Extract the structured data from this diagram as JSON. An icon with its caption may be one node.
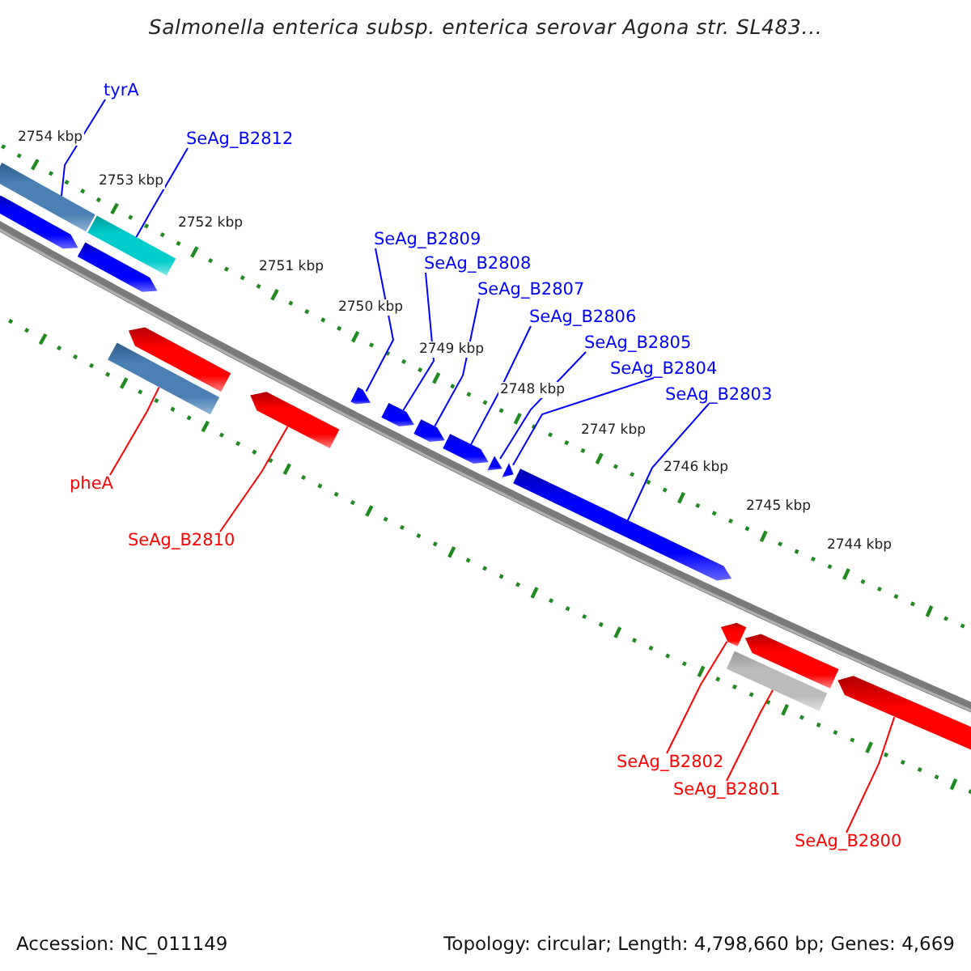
{
  "diagram": {
    "title": "Salmonella enterica subsp. enterica serovar Agona str. SL483...",
    "nodes": [
      {
        "text": [
          "tyrA"
        ]
      },
      {
        "text": [
          "SeAg_B2812"
        ]
      },
      {
        "text": [
          "SeAg_B2809"
        ]
      },
      {
        "text": [
          "SeAg_B2808"
        ]
      },
      {
        "text": [
          "SeAg_B2807"
        ]
      },
      {
        "text": [
          "SeAg_B2806"
        ]
      },
      {
        "text": [
          "SeAg_B2805"
        ]
      },
      {
        "text": [
          "SeAg_B2804"
        ]
      },
      {
        "text": [
          "SeAg_B2803"
        ]
      },
      {
        "text": [
          "pheA"
        ]
      },
      {
        "text": [
          "SeAg_B2810"
        ]
      },
      {
        "text": [
          "SeAg_B2802"
        ]
      },
      {
        "text": [
          "SeAg_B2801"
        ]
      },
      {
        "text": [
          "SeAg_B2800"
        ]
      },
      {
        "text": [],
        "shape": "bar"
      },
      {
        "text": [],
        "shape": "bar"
      },
      {
        "text": [],
        "shape": "arrow"
      },
      {
        "text": [],
        "shape": "arrow"
      },
      {
        "text": [],
        "shape": "arrow"
      },
      {
        "text": [],
        "shape": "arrow"
      },
      {
        "text": [],
        "shape": "arrow"
      },
      {
        "text": [],
        "shape": "arrow"
      },
      {
        "text": [],
        "shape": "arrow"
      },
      {
        "text": [],
        "shape": "arrow"
      },
      {
        "text": [],
        "shape": "arrow"
      },
      {
        "text": [],
        "shape": "arrow"
      },
      {
        "text": [],
        "shape": "arrow"
      },
      {
        "text": [],
        "shape": "arrow"
      },
      {
        "text": [],
        "shape": "arrow"
      },
      {
        "text": [],
        "shape": "arrow"
      },
      {
        "text": [],
        "shape": "bar"
      },
      {
        "text": [],
        "shape": "bar"
      }
    ],
    "edges": [
      {
        "from": 0,
        "to": 14,
        "arrow": "none"
      },
      {
        "from": 1,
        "to": 15,
        "arrow": "none"
      },
      {
        "from": 2,
        "to": 18,
        "arrow": "none"
      },
      {
        "from": 3,
        "to": 19,
        "arrow": "none"
      },
      {
        "from": 4,
        "to": 20,
        "arrow": "none"
      },
      {
        "from": 5,
        "to": 21,
        "arrow": "none"
      },
      {
        "from": 6,
        "to": 22,
        "arrow": "none"
      },
      {
        "from": 7,
        "to": 23,
        "arrow": "none"
      },
      {
        "from": 8,
        "to": 24,
        "arrow": "none"
      },
      {
        "from": 9,
        "to": 30,
        "arrow": "none",
        "color": "#ff0000"
      },
      {
        "from": 10,
        "to": 26,
        "arrow": "none",
        "color": "#ff0000"
      },
      {
        "from": 11,
        "to": 27,
        "arrow": "none",
        "color": "#ff0000"
      },
      {
        "from": 12,
        "to": 31,
        "arrow": "none",
        "color": "#ff0000"
      },
      {
        "from": 13,
        "to": 29,
        "arrow": "none",
        "color": "#ff0000"
      }
    ],
    "labels": [
      "2754 kbp",
      "2753 kbp",
      "2752 kbp",
      "2751 kbp",
      "2750 kbp",
      "2749 kbp",
      "2748 kbp",
      "2747 kbp",
      "2746 kbp",
      "2745 kbp",
      "2744 kbp",
      "Accession: NC_011149",
      "Topology: circular; Length: 4,798,660 bp; Genes: 4,669"
    ]
  }
}
